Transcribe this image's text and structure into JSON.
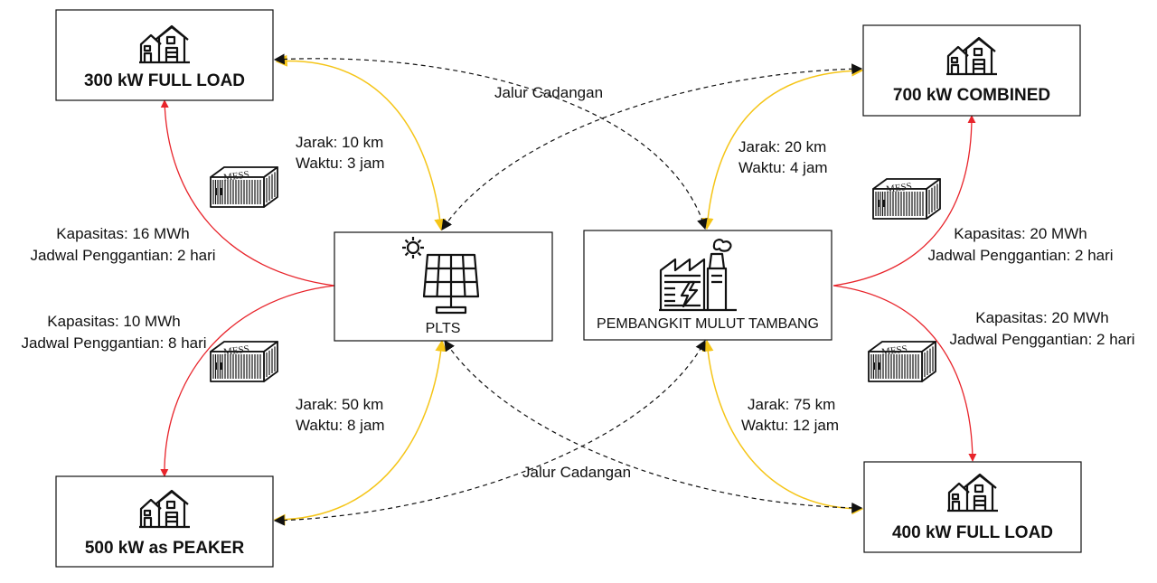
{
  "colors": {
    "red": "#e8242b",
    "yellow": "#f5c518",
    "dash": "#111111",
    "box_border": "#111111"
  },
  "loads": {
    "tl": {
      "label": "300 kW FULL LOAD",
      "icon": "house-icon"
    },
    "tr": {
      "label": "700 kW COMBINED",
      "icon": "house-icon"
    },
    "bl": {
      "label": "500 kW as PEAKER",
      "icon": "house-icon"
    },
    "br": {
      "label": "400 kW FULL LOAD",
      "icon": "house-icon"
    }
  },
  "plants": {
    "plts": {
      "label": "PLTS",
      "icon": "solar-panel-icon"
    },
    "mulut": {
      "label": "PEMBANGKIT MULUT TAMBANG",
      "icon": "power-plant-icon"
    }
  },
  "routes": {
    "tl": {
      "jarak": "Jarak: 10 km",
      "waktu": "Waktu: 3 jam"
    },
    "tr": {
      "jarak": "Jarak: 20 km",
      "waktu": "Waktu: 4 jam"
    },
    "bl": {
      "jarak": "Jarak: 50 km",
      "waktu": "Waktu: 8 jam"
    },
    "br": {
      "jarak": "Jarak: 75 km",
      "waktu": "Waktu: 12 jam"
    }
  },
  "backup": {
    "top": "Jalur Cadangan",
    "bottom": "Jalur Cadangan"
  },
  "mess": {
    "label": "MESS",
    "tl": {
      "kapasitas": "Kapasitas: 16 MWh",
      "jadwal": "Jadwal Penggantian: 2 hari"
    },
    "bl": {
      "kapasitas": "Kapasitas: 10 MWh",
      "jadwal": "Jadwal Penggantian: 8 hari"
    },
    "tr": {
      "kapasitas": "Kapasitas: 20 MWh",
      "jadwal": "Jadwal Penggantian: 2 hari"
    },
    "br": {
      "kapasitas": "Kapasitas: 20 MWh",
      "jadwal": "Jadwal Penggantian: 2 hari"
    }
  }
}
